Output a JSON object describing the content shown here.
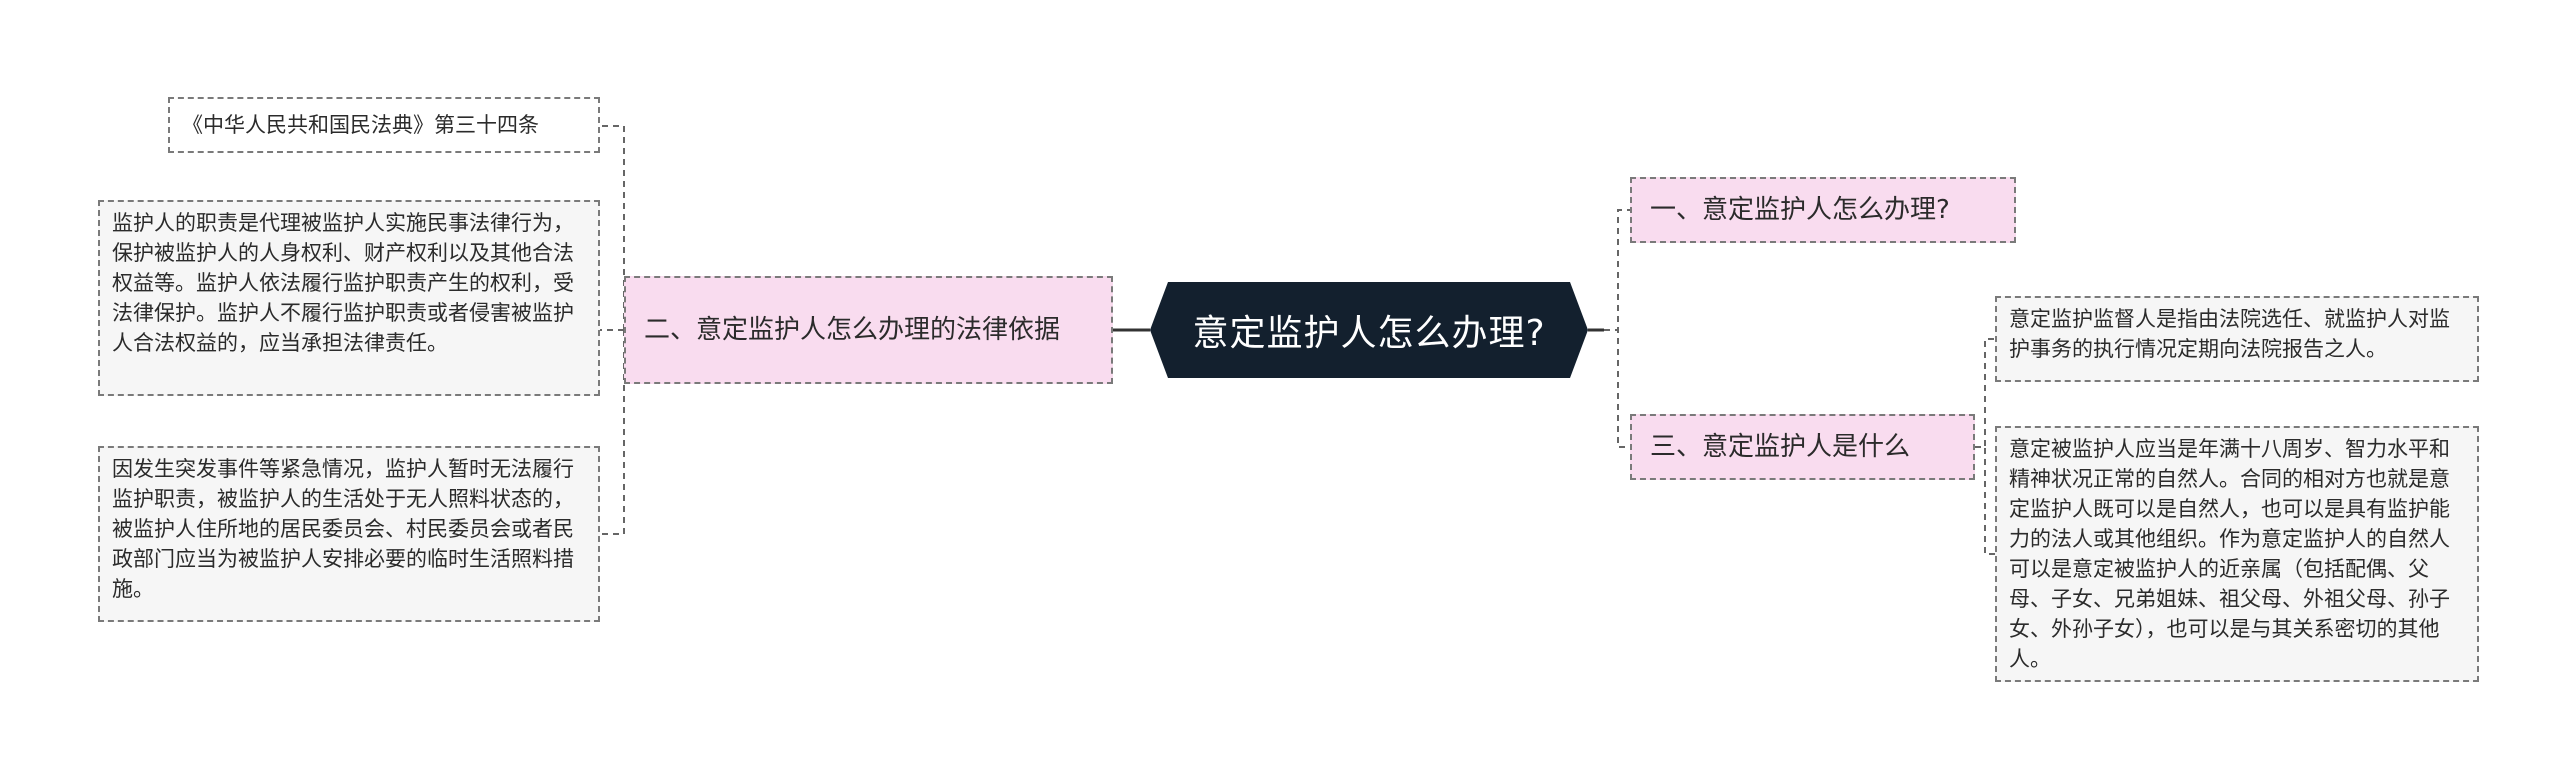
{
  "diagram": {
    "center": "意定监护人怎么办理?",
    "right_branches": [
      {
        "label": "一、意定监护人怎么办理?"
      },
      {
        "label": "三、意定监护人是什么"
      }
    ],
    "left_branch": {
      "label": "二、意定监护人怎么办理的法律依据"
    },
    "left_leaves": [
      "《中华人民共和国民法典》第三十四条",
      "监护人的职责是代理被监护人实施民事法律行为，保护被监护人的人身权利、财产权利以及其他合法权益等。监护人依法履行监护职责产生的权利，受法律保护。监护人不履行监护职责或者侵害被监护人合法权益的，应当承担法律责任。",
      "因发生突发事件等紧急情况，监护人暂时无法履行监护职责，被监护人的生活处于无人照料状态的，被监护人住所地的居民委员会、村民委员会或者民政部门应当为被监护人安排必要的临时生活照料措施。"
    ],
    "right_leaves": [
      "意定监护监督人是指由法院选任、就监护人对监护事务的执行情况定期向法院报告之人。",
      "意定被监护人应当是年满十八周岁、智力水平和精神状况正常的自然人。合同的相对方也就是意定监护人既可以是自然人，也可以是具有监护能力的法人或其他组织。作为意定监护人的自然人可以是意定被监护人的近亲属（包括配偶、父母、子女、兄弟姐妹、祖父母、外祖父母、孙子女、外孙子女），也可以是与其关系密切的其他人。"
    ]
  },
  "colors": {
    "central_bg": "#13202e",
    "branch_bg": "#f9dcef",
    "leaf_bg": "#f6f6f6",
    "connector": "#555555"
  }
}
